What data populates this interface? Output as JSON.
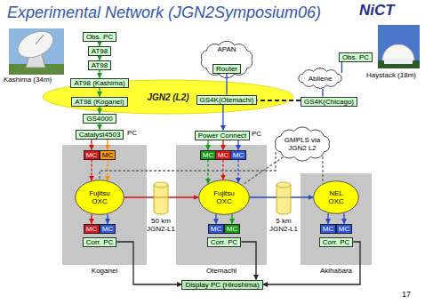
{
  "diagram": {
    "title": "Experimental Network (JGN2Symposium06)",
    "nodes": [
      {
        "text": [
          "Obs. PC"
        ]
      },
      {
        "text": [
          "AT98"
        ]
      },
      {
        "text": [
          "AT98"
        ]
      },
      {
        "text": [
          "APAN"
        ]
      },
      {
        "text": [
          "Router"
        ],
        "in": 3
      },
      {
        "text": [
          "Obs. PC"
        ]
      },
      {
        "text": [
          "Abilene"
        ]
      },
      {
        "text": [
          "JGN2 (L2)"
        ]
      },
      {
        "text": [
          "AT98 (Kashima)"
        ],
        "in": 7
      },
      {
        "text": [
          "GS4K(Otemachi)"
        ],
        "in": 7
      },
      {
        "text": [
          "GS4K(Chicago)"
        ]
      },
      {
        "text": [
          "AT98 (Koganei)"
        ],
        "in": 7
      },
      {
        "text": [
          "GS4000"
        ]
      },
      {
        "text": [
          "Catalyst4503"
        ]
      },
      {
        "text": [
          "Power Connect"
        ]
      },
      {
        "text": [
          "GMPLS via JGN2 L2"
        ]
      },
      {
        "text": [
          "Koganei"
        ]
      },
      {
        "text": [
          "MC"
        ],
        "in": 16
      },
      {
        "text": [
          "MC"
        ],
        "in": 16
      },
      {
        "text": [
          "Fujitsu OXC"
        ],
        "in": 16
      },
      {
        "text": [
          "MC"
        ],
        "in": 16
      },
      {
        "text": [
          "MC"
        ],
        "in": 16
      },
      {
        "text": [
          "Corr. PC"
        ],
        "in": 16
      },
      {
        "text": [
          "Otemachi"
        ]
      },
      {
        "text": [
          "MC"
        ],
        "in": 23
      },
      {
        "text": [
          "MC"
        ],
        "in": 23
      },
      {
        "text": [
          "MC"
        ],
        "in": 23
      },
      {
        "text": [
          "Fujitsu OXC"
        ],
        "in": 23
      },
      {
        "text": [
          "MC"
        ],
        "in": 23
      },
      {
        "text": [
          "MC"
        ],
        "in": 23
      },
      {
        "text": [
          "Corr. PC"
        ],
        "in": 23
      },
      {
        "text": [
          "Akihabara"
        ]
      },
      {
        "text": [
          "NEL OXC"
        ],
        "in": 31
      },
      {
        "text": [
          "MC"
        ],
        "in": 31
      },
      {
        "text": [
          "MC"
        ],
        "in": 31
      },
      {
        "text": [
          "Corr. PC"
        ],
        "in": 31
      },
      {
        "text": [
          "50 km JGN2-L1"
        ]
      },
      {
        "text": [
          "5 km JGN2-L1"
        ]
      },
      {
        "text": [
          "Display PC (Hiroshima)"
        ]
      }
    ],
    "edges": [
      {
        "from": 0,
        "to": 1,
        "arrow": "to"
      },
      {
        "from": 1,
        "to": 2,
        "arrow": "to"
      },
      {
        "from": 2,
        "to": 8,
        "arrow": "to"
      },
      {
        "from": 8,
        "to": 11,
        "arrow": "to"
      },
      {
        "from": 11,
        "to": 12,
        "arrow": "to"
      },
      {
        "from": 12,
        "to": 13,
        "arrow": "to"
      },
      {
        "from": 5,
        "to": 6,
        "arrow": "none"
      },
      {
        "from": 6,
        "to": 10,
        "arrow": "none"
      },
      {
        "from": 10,
        "to": 9,
        "arrow": "none"
      },
      {
        "from": 4,
        "to": 9,
        "arrow": "none"
      },
      {
        "from": 9,
        "to": 14,
        "arrow": "to"
      },
      {
        "from": 13,
        "to": 17,
        "arrow": "to"
      },
      {
        "from": 13,
        "to": 18,
        "arrow": "to"
      },
      {
        "from": 14,
        "to": 24,
        "arrow": "to"
      },
      {
        "from": 14,
        "to": 25,
        "arrow": "to"
      },
      {
        "from": 14,
        "to": 26,
        "arrow": "to"
      },
      {
        "from": 17,
        "to": 19,
        "arrow": "to"
      },
      {
        "from": 18,
        "to": 19,
        "arrow": "to"
      },
      {
        "from": 24,
        "to": 27,
        "arrow": "to"
      },
      {
        "from": 25,
        "to": 27,
        "arrow": "to"
      },
      {
        "from": 26,
        "to": 27,
        "arrow": "to"
      },
      {
        "from": 19,
        "to": 27,
        "arrow": "to"
      },
      {
        "from": 27,
        "to": 32,
        "arrow": "to"
      },
      {
        "from": 19,
        "to": 20,
        "arrow": "to"
      },
      {
        "from": 19,
        "to": 21,
        "arrow": "to"
      },
      {
        "from": 27,
        "to": 28,
        "arrow": "to"
      },
      {
        "from": 27,
        "to": 29,
        "arrow": "to"
      },
      {
        "from": 32,
        "to": 33,
        "arrow": "to"
      },
      {
        "from": 32,
        "to": 34,
        "arrow": "to"
      },
      {
        "from": 22,
        "to": 38,
        "arrow": "to"
      },
      {
        "from": 30,
        "to": 38,
        "arrow": "to"
      },
      {
        "from": 35,
        "to": 38,
        "arrow": "to"
      },
      {
        "from": 15,
        "to": 19,
        "arrow": "none"
      },
      {
        "from": 15,
        "to": 27,
        "arrow": "none"
      },
      {
        "from": 15,
        "to": 32,
        "arrow": "none"
      }
    ],
    "labels": [
      "NiCT",
      "Kashima (34m)",
      "Haystack (18m)",
      "PC",
      "PC",
      "17"
    ]
  }
}
